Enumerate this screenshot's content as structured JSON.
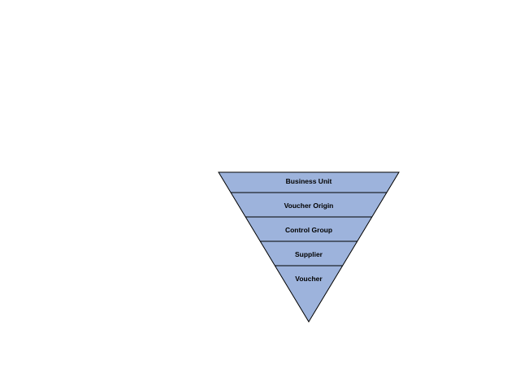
{
  "diagram": {
    "fill_color": "#9db3dc",
    "stroke_color": "#000000",
    "levels": [
      {
        "label": "Business Unit"
      },
      {
        "label": "Voucher Origin"
      },
      {
        "label": "Control Group"
      },
      {
        "label": "Supplier"
      },
      {
        "label": "Voucher"
      }
    ]
  }
}
